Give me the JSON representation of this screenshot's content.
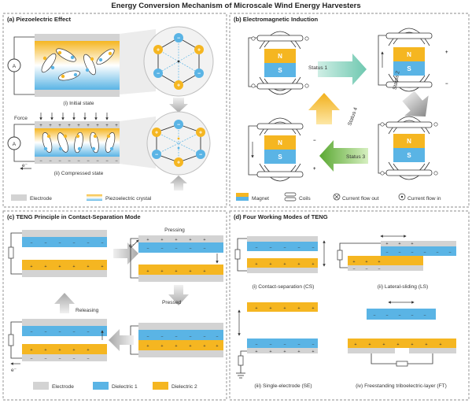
{
  "title": "Energy Conversion Mechanism of Microscale Wind Energy Harvesters",
  "panel_a": {
    "title": "(a) Piezoelectric Effect",
    "initial_caption": "(i) Initial state",
    "compressed_caption": "(ii) Compressed state",
    "force_label": "Force",
    "ammeter": "A",
    "electron": "e⁻",
    "legend_electrode": "Electrode",
    "legend_crystal": "Piezoelectric crystal"
  },
  "panel_b": {
    "title": "(b) Electromagnetic Induction",
    "magnet_n": "N",
    "magnet_s": "S",
    "status1": "Status 1",
    "status2": "Status 2",
    "status3": "Status 3",
    "status4": "Status 4",
    "legend_magnet": "Magnet",
    "legend_coils": "Coils",
    "legend_out": "Current flow out",
    "legend_in": "Current flow in"
  },
  "panel_c": {
    "title": "(c) TENG Principle in Contact-Separation Mode",
    "pressing": "Pressing",
    "pressed": "Pressed",
    "releasing": "Releasing",
    "electron": "e⁻",
    "legend_electrode": "Electrode",
    "legend_d1": "Dielectric 1",
    "legend_d2": "Dielectric 2"
  },
  "panel_d": {
    "title": "(d) Four Working Modes of TENG",
    "cs": "(i) Contact-separation (CS)",
    "ls": "(ii) Lateral-sliding (LS)",
    "se": "(iii) Single-electrode (SE)",
    "ft": "(iv) Freestanding triboelectric-layer (FT)"
  },
  "colors": {
    "electrode": "#d3d3d3",
    "dielectric_1": "#5ab4e5",
    "dielectric_2": "#f5b621",
    "magnet_north": "#f5b621",
    "magnet_south": "#5ab4e5",
    "arrow_status1": "#8fd6c4",
    "arrow_status2": "#9a9a9a",
    "arrow_status3": "#7cbf4a",
    "arrow_status4": "#f5c230"
  }
}
